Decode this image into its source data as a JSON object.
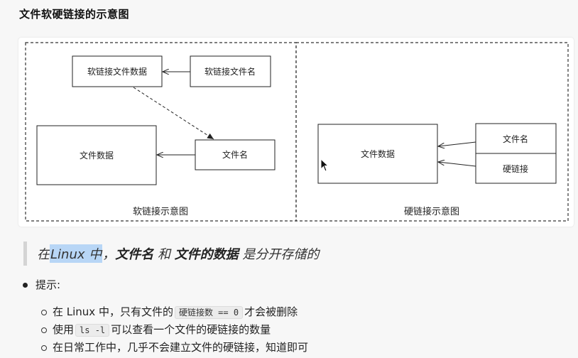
{
  "title": "文件软硬链接的示意图",
  "diagram": {
    "soft": {
      "box_data": "软链接文件数据",
      "box_name": "软链接文件名",
      "file_data": "文件数据",
      "file_name": "文件名",
      "caption": "软链接示意图"
    },
    "hard": {
      "file_data": "文件数据",
      "file_name": "文件名",
      "hard_link": "硬链接",
      "caption": "硬链接示意图"
    }
  },
  "quote": {
    "prefix": "在 ",
    "highlight": "Linux 中",
    "comma": "，",
    "term1": "文件名",
    "and": " 和 ",
    "term2": "文件的数据",
    "suffix": " 是分开存储的"
  },
  "tips": {
    "label": "提示:",
    "items": [
      {
        "before": "在 Linux 中，只有文件的",
        "code": "硬链接数 == 0",
        "after": "才会被删除"
      },
      {
        "before": "使用",
        "code": "ls -l",
        "after": "可以查看一个文件的硬链接的数量"
      },
      {
        "before": "在日常工作中，几乎不会建立文件的硬链接，知道即可",
        "code": "",
        "after": ""
      }
    ]
  }
}
